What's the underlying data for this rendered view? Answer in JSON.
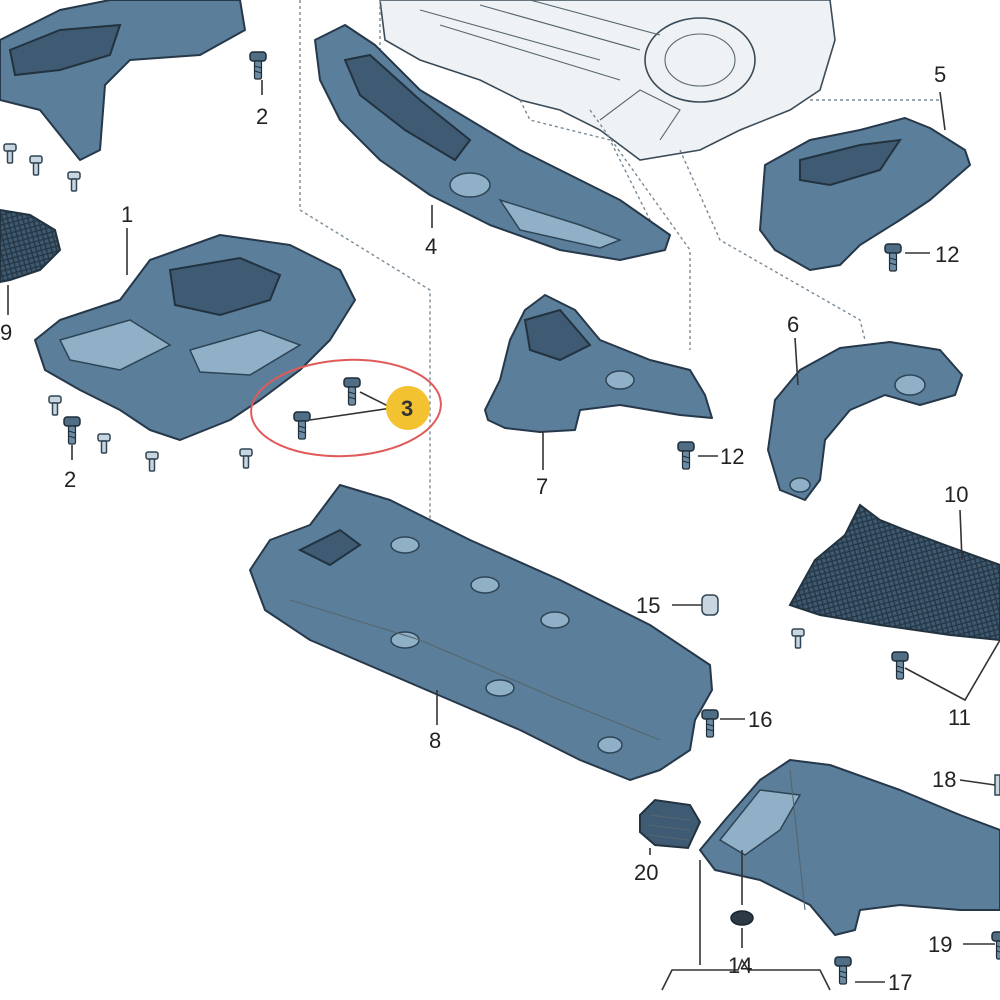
{
  "callouts": {
    "c1": "1",
    "c2a": "2",
    "c2b": "2",
    "c3": "3",
    "c4": "4",
    "c5": "5",
    "c6": "6",
    "c7": "7",
    "c8": "8",
    "c9": "9",
    "c10": "10",
    "c11": "11",
    "c12a": "12",
    "c12b": "12",
    "c14": "14",
    "c15": "15",
    "c16": "16",
    "c17": "17",
    "c18": "18",
    "c19": "19",
    "c20": "20"
  },
  "colors": {
    "part_fill": "#5b7f9a",
    "part_stroke": "#26384a",
    "highlight_ring": "#e05a5a",
    "highlight_badge": "#f2c230"
  }
}
